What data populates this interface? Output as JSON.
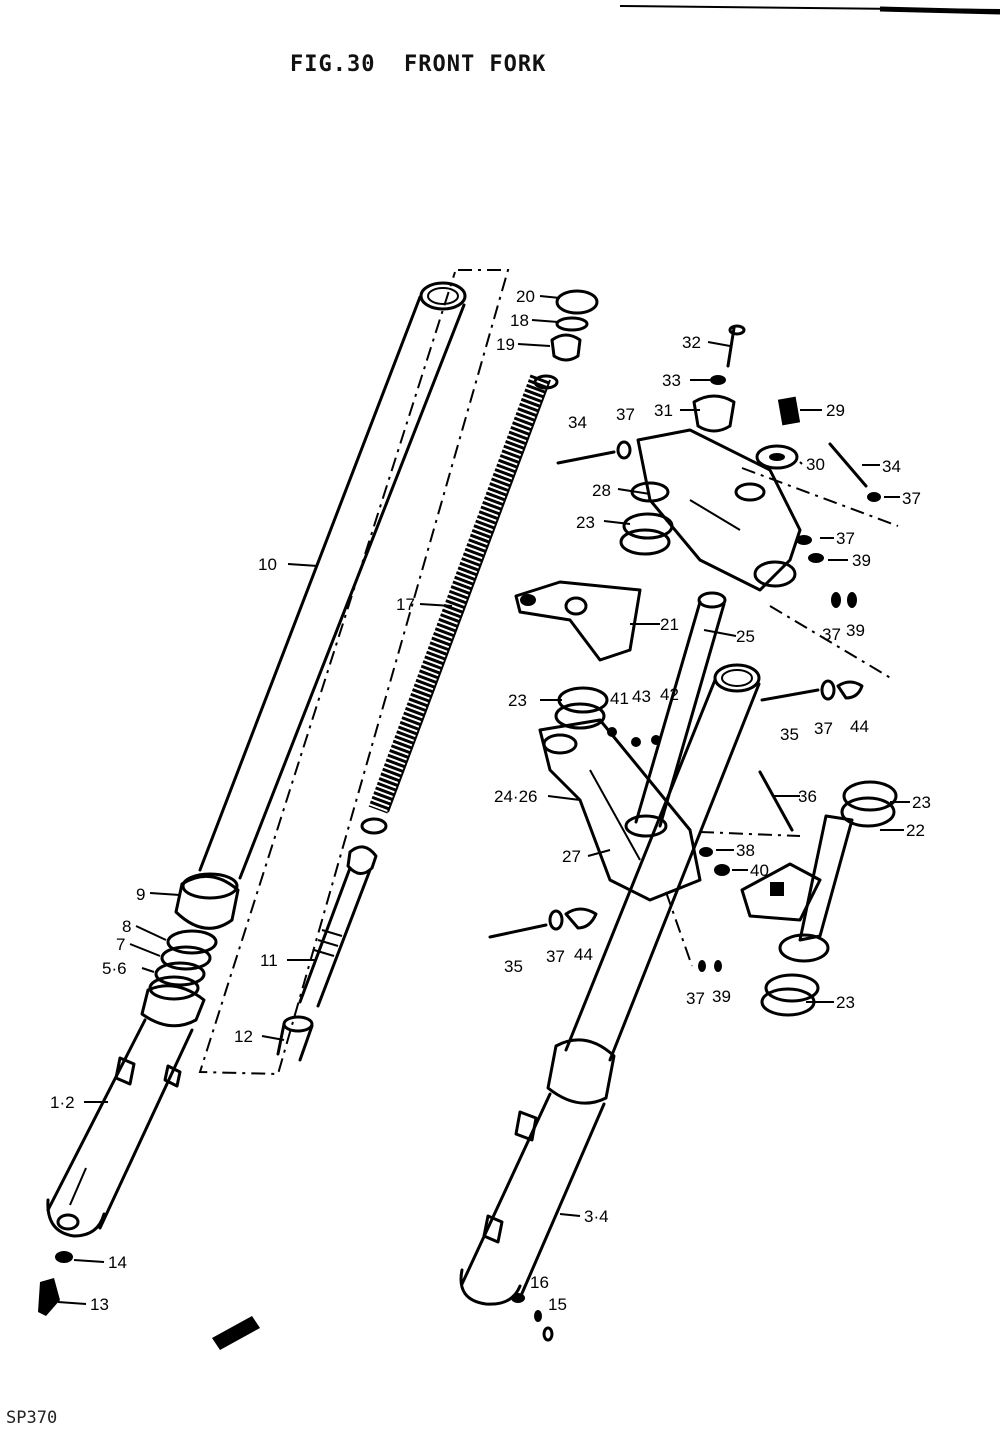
{
  "figure": {
    "title": "FIG.30  FRONT FORK",
    "code": "SP370"
  },
  "callouts": {
    "c1_2": "1·2",
    "c3_4": "3·4",
    "c5_6": "5·6",
    "c7": "7",
    "c8": "8",
    "c9": "9",
    "c10": "10",
    "c11": "11",
    "c12": "12",
    "c13": "13",
    "c14": "14",
    "c15": "15",
    "c16": "16",
    "c17": "17",
    "c18": "18",
    "c19": "19",
    "c20": "20",
    "c21": "21",
    "c22": "22",
    "c23a": "23",
    "c23b": "23",
    "c23c": "23",
    "c23d": "23",
    "c24_26": "24·26",
    "c25": "25",
    "c27": "27",
    "c28": "28",
    "c29": "29",
    "c30": "30",
    "c31": "31",
    "c32": "32",
    "c33": "33",
    "c34a": "34",
    "c34b": "34",
    "c35a": "35",
    "c35b": "35",
    "c36": "36",
    "c37a": "37",
    "c37b": "37",
    "c37c": "37",
    "c37d": "37",
    "c37e": "37",
    "c37f": "37",
    "c37g": "37",
    "c38": "38",
    "c39a": "39",
    "c39b": "39",
    "c39c": "39",
    "c40": "40",
    "c41": "41",
    "c42": "42",
    "c43": "43",
    "c44a": "44",
    "c44b": "44"
  }
}
